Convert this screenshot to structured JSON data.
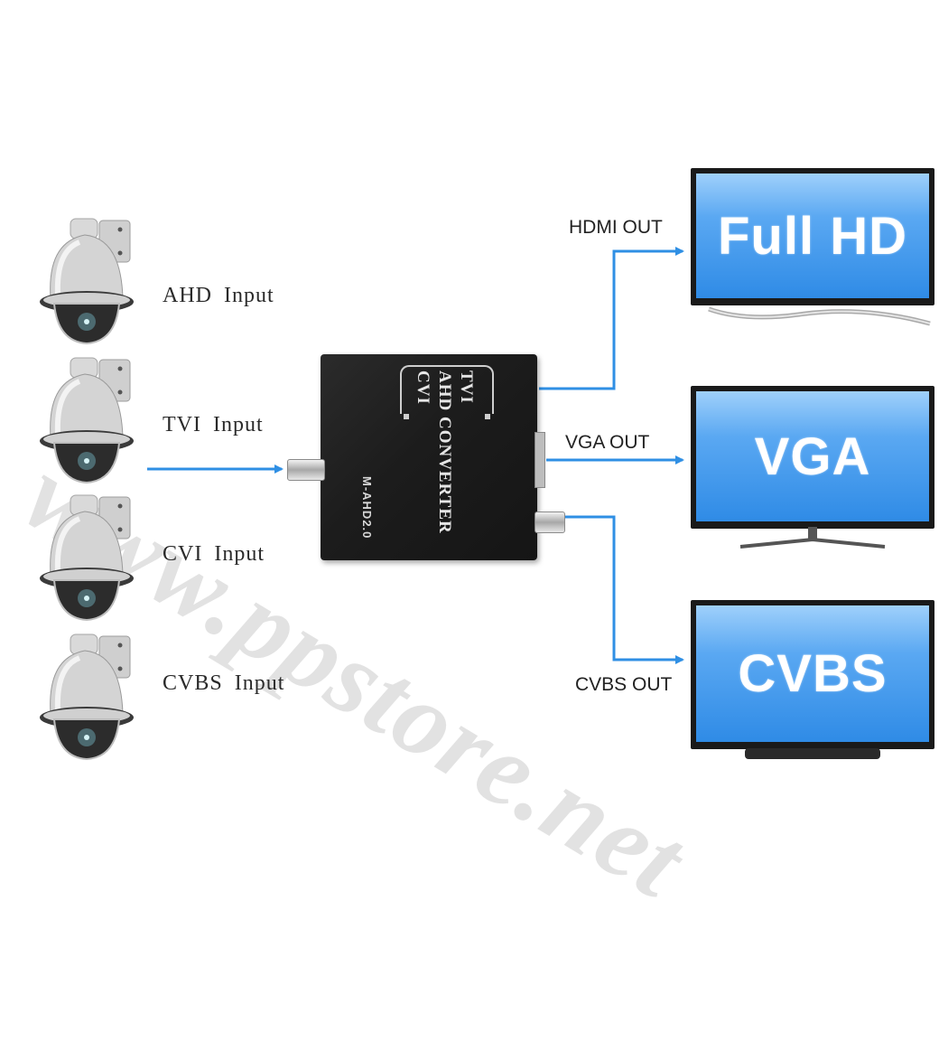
{
  "watermark": "www.ppstore.net",
  "inputs": [
    {
      "label": "AHD Input",
      "icon": "dome-camera-icon"
    },
    {
      "label": "TVI Input",
      "icon": "dome-camera-icon"
    },
    {
      "label": "CVI Input",
      "icon": "dome-camera-icon"
    },
    {
      "label": "CVBS Input",
      "icon": "dome-camera-icon"
    }
  ],
  "converter": {
    "line1": "TVI",
    "line2": "AHD CONVERTER",
    "line3": "CVI",
    "model": "M-AHD2.0"
  },
  "outputs": [
    {
      "label": "HDMI OUT",
      "screen_text": "Full HD"
    },
    {
      "label": "VGA OUT",
      "screen_text": "VGA"
    },
    {
      "label": "CVBS OUT",
      "screen_text": "CVBS"
    }
  ],
  "colors": {
    "arrow": "#2f8fe4",
    "screen_top": "#9fd0fb",
    "screen_bottom": "#2f8be6",
    "converter_body": "#1c1c1c",
    "label_text": "#2a2a2a"
  }
}
